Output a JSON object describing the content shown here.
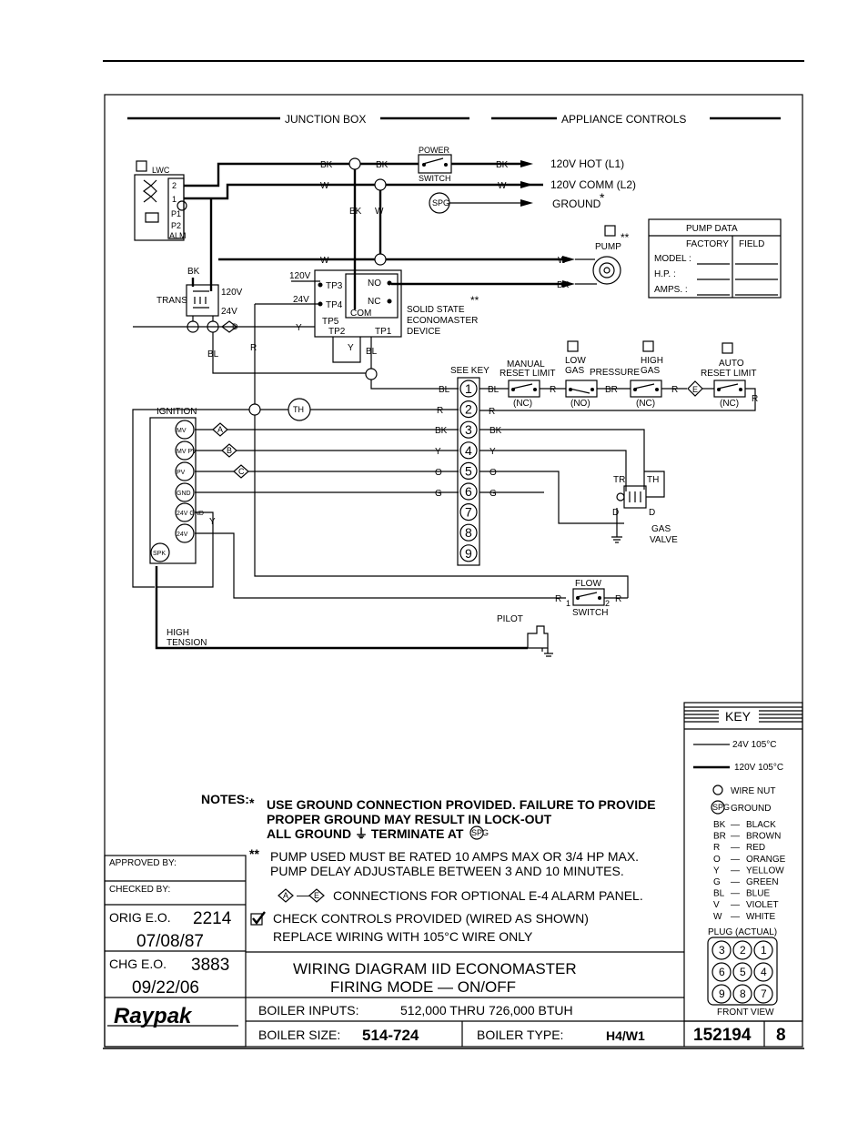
{
  "sections": {
    "junction_box": "JUNCTION BOX",
    "appliance_controls": "APPLIANCE CONTROLS"
  },
  "power_switch": {
    "top": "POWER",
    "bottom": "SWITCH"
  },
  "lines": {
    "hot": "120V HOT (L1)",
    "comm": "120V COMM (L2)",
    "ground": "GROUND",
    "ground_mark": "*"
  },
  "spg": "SPG",
  "lwc": {
    "label": "LWC",
    "terms": [
      "2",
      "1",
      "P1",
      "P2",
      "ALM"
    ]
  },
  "pump": {
    "label": "PUMP",
    "mark": "**"
  },
  "pump_data": {
    "title": "PUMP DATA",
    "col_factory": "FACTORY",
    "col_field": "FIELD",
    "rows": [
      "MODEL :",
      "H.P. :",
      "AMPS. :"
    ]
  },
  "trans": {
    "label": "TRANS",
    "v120": "120V",
    "v24": "24V"
  },
  "economaster": {
    "v120": "120V",
    "v24": "24V",
    "tp": [
      "TP3",
      "TP4",
      "TP5",
      "TP2",
      "TP1"
    ],
    "no": "NO",
    "nc": "NC",
    "com": "COM",
    "name": [
      "SOLID STATE",
      "ECONOMASTER",
      "DEVICE"
    ],
    "mark": "**"
  },
  "wires": {
    "bk": "BK",
    "w": "W",
    "bl": "BL",
    "r": "R",
    "y": "Y",
    "o": "O",
    "g": "G",
    "br": "BR"
  },
  "diamonds": {
    "d": "D",
    "a": "A",
    "b": "B",
    "c": "C",
    "e": "E"
  },
  "see_key": "SEE KEY",
  "terminal_strip": [
    "1",
    "2",
    "3",
    "4",
    "5",
    "6",
    "7",
    "8",
    "9"
  ],
  "limits": {
    "manual": [
      "MANUAL",
      "RESET LIMIT"
    ],
    "low_gas": [
      "LOW",
      "GAS"
    ],
    "pressure": "PRESSURE",
    "high_gas": [
      "HIGH",
      "GAS"
    ],
    "auto": [
      "AUTO",
      "RESET LIMIT"
    ],
    "nc": "(NC)",
    "no": "(NO)"
  },
  "th": "TH",
  "ignition": {
    "label": "IGNITION",
    "terms": [
      "MV",
      "MV PV",
      "PV",
      "GND",
      "24V GND",
      "24V",
      "SPK"
    ]
  },
  "gas_valve": {
    "label": [
      "GAS",
      "VALVE"
    ],
    "tr": "TR",
    "th": "TH",
    "d": "D"
  },
  "flow_switch": {
    "top": "FLOW",
    "bottom": "SWITCH",
    "t1": "1",
    "t2": "2"
  },
  "pilot": "PILOT",
  "high_tension": [
    "HIGH",
    "TENSION"
  ],
  "key": {
    "title": "KEY",
    "v24": "24V 105°C",
    "v120": "120V 105°C",
    "wire_nut": "WIRE NUT",
    "ground": "GROUND",
    "colors": [
      [
        "BK",
        "BLACK"
      ],
      [
        "BR",
        "BROWN"
      ],
      [
        "R",
        "RED"
      ],
      [
        "O",
        "ORANGE"
      ],
      [
        "Y",
        "YELLOW"
      ],
      [
        "G",
        "GREEN"
      ],
      [
        "BL",
        "BLUE"
      ],
      [
        "V",
        "VIOLET"
      ],
      [
        "W",
        "WHITE"
      ]
    ],
    "plug": "PLUG (ACTUAL)",
    "plug_pins": [
      "3",
      "2",
      "1",
      "6",
      "5",
      "4",
      "9",
      "8",
      "7"
    ],
    "front_view": "FRONT VIEW"
  },
  "notes": {
    "heading": "NOTES:",
    "star": "*",
    "n1": [
      "USE GROUND CONNECTION PROVIDED. FAILURE TO PROVIDE",
      "PROPER GROUND MAY RESULT IN LOCK-OUT",
      "ALL GROUND ⏚ TERMINATE AT"
    ],
    "dstar": "**",
    "n2": [
      "PUMP USED MUST BE RATED 10 AMPS MAX OR 3/4 HP MAX.",
      "PUMP DELAY ADJUSTABLE BETWEEN 3 AND 10 MINUTES."
    ],
    "n3": "CONNECTIONS FOR OPTIONAL E-4 ALARM PANEL.",
    "n3_dash": "—",
    "n4": [
      "CHECK CONTROLS PROVIDED (WIRED AS SHOWN)",
      "REPLACE WIRING WITH 105°C WIRE ONLY"
    ]
  },
  "title_block": {
    "approved_by": "APPROVED BY:",
    "checked_by": "CHECKED BY:",
    "orig_eo_label": "ORIG E.O.",
    "orig_eo": "2214",
    "orig_date": "07/08/87",
    "chg_eo_label": "CHG E.O.",
    "chg_eo": "3883",
    "chg_date": "09/22/06",
    "title1": "WIRING DIAGRAM IID ECONOMASTER",
    "title2": "FIRING MODE — ON/OFF",
    "brand": "Raypak",
    "inputs_label": "BOILER INPUTS:",
    "inputs_value": "512,000 THRU 726,000 BTUH",
    "size_label": "BOILER SIZE:",
    "size_value": "514-724",
    "type_label": "BOILER TYPE:",
    "type_value": "H4/W1",
    "drawing_no": "152194",
    "sheet": "8"
  }
}
